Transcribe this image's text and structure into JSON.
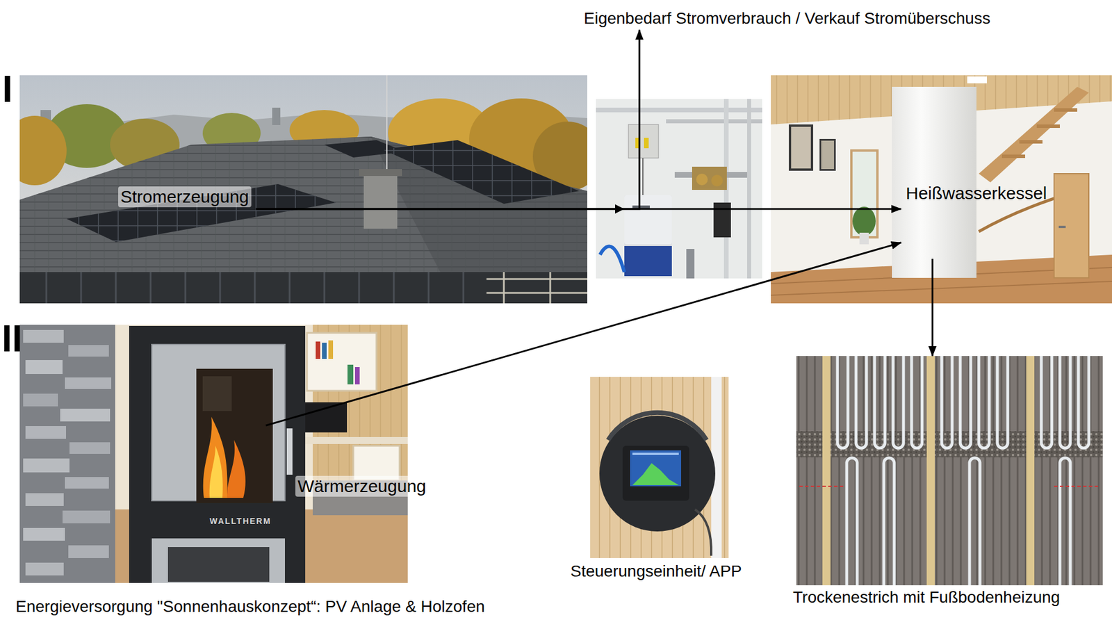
{
  "diagram": {
    "caption": "Energieversorgung \"Sonnenhauskonzept“: PV Anlage & Holzofen",
    "nodes": [
      {
        "text": [
          "Eigenbedarf Stromverbrauch / Verkauf Stromüberschuss"
        ]
      },
      {
        "text": [
          "Stromerzeugung"
        ]
      },
      {
        "text": [
          "Heißwasserkessel"
        ]
      },
      {
        "text": [
          "Wärmerzeugung"
        ]
      },
      {
        "text": [
          "Steuerungseinheit/ APP"
        ]
      },
      {
        "text": [
          "Trockenestrich mit Fußbodenheizung"
        ]
      }
    ],
    "edges": [
      {
        "from": 1,
        "to": 0,
        "arrow": "to"
      },
      {
        "from": 1,
        "to": 2,
        "arrow": "to"
      },
      {
        "from": 3,
        "to": 2,
        "arrow": "to"
      },
      {
        "from": 2,
        "to": 5,
        "arrow": "to"
      }
    ],
    "labels": [
      "I",
      "II",
      "WALLTHERM"
    ]
  }
}
